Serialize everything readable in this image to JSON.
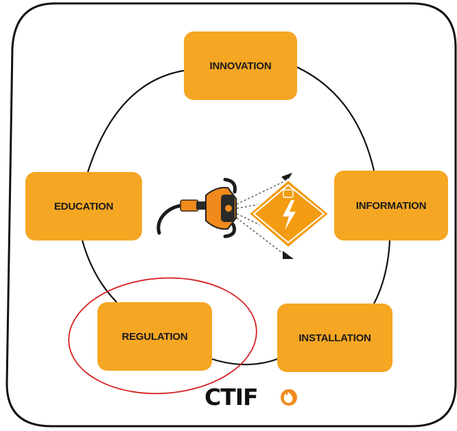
{
  "diagram": {
    "nodes": [
      {
        "id": "innovation",
        "label": "INNOVATION"
      },
      {
        "id": "information",
        "label": "INFORMATION"
      },
      {
        "id": "installation",
        "label": "INSTALLATION"
      },
      {
        "id": "regulation",
        "label": "REGULATION"
      },
      {
        "id": "education",
        "label": "EDUCATION"
      }
    ],
    "cycle": [
      "innovation",
      "information",
      "installation",
      "regulation",
      "education"
    ],
    "highlighted_node": "regulation",
    "center_image": "fire-hose-nozzle-with-electrical-hazard-sign",
    "logo": {
      "text": "CTIF",
      "icon": "flame-icon"
    }
  },
  "colors": {
    "node_fill": "#F5A623",
    "node_text": "#1a1a1a",
    "frame_stroke": "#111111",
    "connector_stroke": "#111111",
    "highlight_ellipse": "#D62020",
    "hazard_sign": "#F39C12",
    "hose_orange": "#F08A1C",
    "logo_flame": "#F08A1C"
  }
}
